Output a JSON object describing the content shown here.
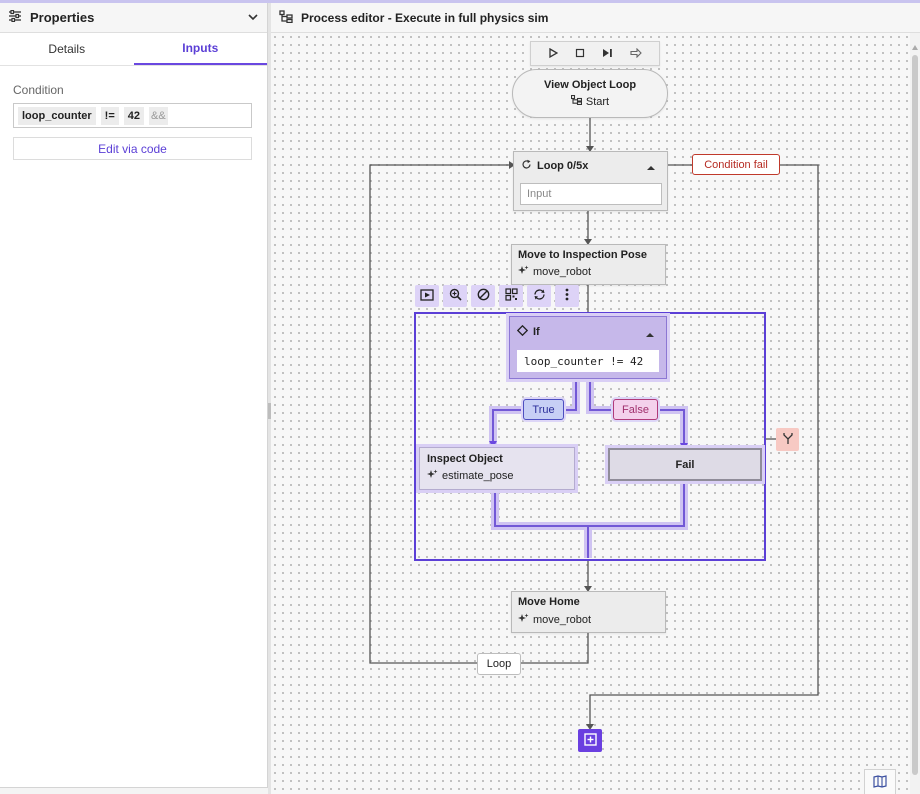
{
  "left_panel": {
    "title": "Properties",
    "tabs": [
      {
        "label": "Details",
        "active": false
      },
      {
        "label": "Inputs",
        "active": true
      }
    ],
    "condition_label": "Condition",
    "condition_tokens": [
      "loop_counter",
      "!=",
      "42",
      "&&"
    ],
    "edit_button": "Edit via code"
  },
  "editor": {
    "title": "Process editor - Execute in full physics sim"
  },
  "nodes": {
    "start": {
      "title": "View Object Loop",
      "subtitle": "Start"
    },
    "loop": {
      "title": "Loop 0/5x",
      "input_placeholder": "Input"
    },
    "move_inspection": {
      "title": "Move to Inspection Pose",
      "skill": "move_robot"
    },
    "if_node": {
      "title": "If",
      "condition": "loop_counter != 42"
    },
    "inspect": {
      "title": "Inspect Object",
      "skill": "estimate_pose"
    },
    "fail": {
      "title": "Fail"
    },
    "move_home": {
      "title": "Move Home",
      "skill": "move_robot"
    }
  },
  "labels": {
    "condition_fail": "Condition fail",
    "true": "True",
    "false": "False",
    "loop": "Loop"
  },
  "colors": {
    "accent": "#6a48e0",
    "selection_border": "#5b3fd6",
    "if_node_bg": "#c6b8ea",
    "condition_fail": "#c0392b",
    "false_label": "#b03a7a"
  }
}
